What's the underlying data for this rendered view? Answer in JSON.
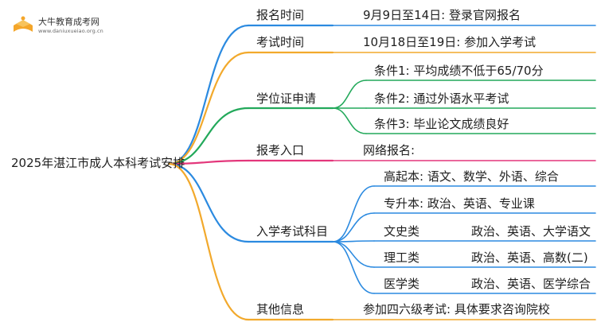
{
  "logo": {
    "name": "大牛教育成考网",
    "url": "www.daniuxueiao.org.cn"
  },
  "root": "2025年湛江市成人本科考试安排",
  "branches": [
    {
      "label": "报名时间",
      "color": "#2b8ae0",
      "children": [
        {
          "text": "9月9日至14日: 登录官网报名"
        }
      ]
    },
    {
      "label": "考试时间",
      "color": "#f2a92c",
      "children": [
        {
          "text": "10月18日至19日: 参加入学考试"
        }
      ]
    },
    {
      "label": "学位证申请",
      "color": "#23a95b",
      "children": [
        {
          "text": "条件1: 平均成绩不低于65/70分"
        },
        {
          "text": "条件2: 通过外语水平考试"
        },
        {
          "text": "条件3: 毕业论文成绩良好"
        }
      ]
    },
    {
      "label": "报考入口",
      "color": "#e3377b",
      "children": [
        {
          "text": "网络报名:"
        }
      ]
    },
    {
      "label": "入学考试科目",
      "color": "#2b8ae0",
      "children": [
        {
          "text": "高起本: 语文、数学、外语、综合"
        },
        {
          "text": "专升本: 政治、英语、专业课"
        },
        {
          "text": "文史类",
          "detail": "政治、英语、大学语文"
        },
        {
          "text": "理工类",
          "detail": "政治、英语、高数(二)"
        },
        {
          "text": "医学类",
          "detail": "政治、英语、医学综合"
        }
      ]
    },
    {
      "label": "其他信息",
      "color": "#f2a92c",
      "children": [
        {
          "text": "参加四六级考试: 具体要求咨询院校"
        }
      ]
    }
  ]
}
